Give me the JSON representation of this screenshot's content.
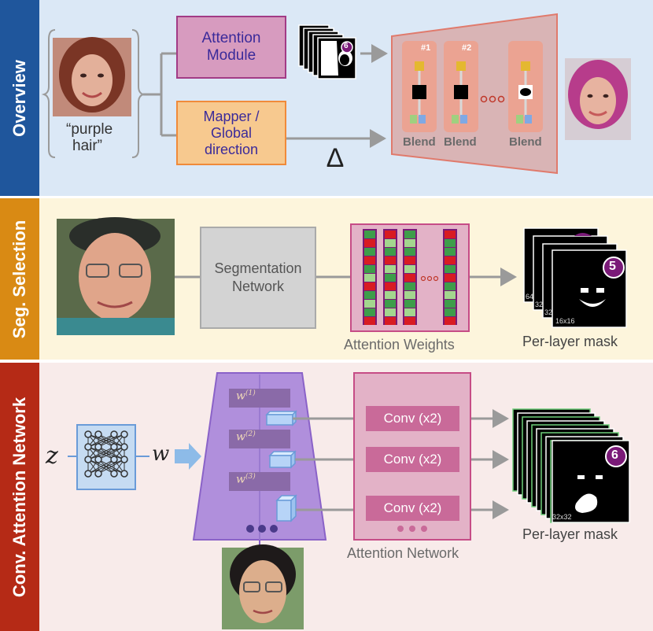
{
  "sections": [
    {
      "label": "Overview",
      "bg": "#dbe8f6",
      "tab": "#1f569c"
    },
    {
      "label": "Seg. Selection",
      "bg": "#fdf5dc",
      "tab": "#d98a14"
    },
    {
      "label": "Conv. Attention  Network",
      "bg": "#f8ebea",
      "tab": "#b52a16"
    }
  ],
  "overview": {
    "prompt_line1": "“purple",
    "prompt_line2": "hair”",
    "attention_module_line1": "Attention",
    "attention_module_line2": "Module",
    "mapper_line1": "Mapper /",
    "mapper_line2": "Global",
    "mapper_line3": "direction",
    "delta_symbol": "Δ",
    "stack_count": "6",
    "block1_badge": "#1",
    "block2_badge": "#2",
    "blend_label": "Blend",
    "ellipsis": "○○○"
  },
  "seg_selection": {
    "segmentation_line1": "Segmentation",
    "segmentation_line2": "Network",
    "attention_weights_label": "Attention Weights",
    "per_layer_mask_label": "Per-layer mask",
    "mask_count": "5",
    "res_64": "64",
    "res_32": "32",
    "res_32b": "32",
    "res_16": "16x16"
  },
  "conv_attention": {
    "z_symbol": "z",
    "w_symbol": "w",
    "w1_base": "w",
    "w1_sup": "(1)",
    "w2_base": "w",
    "w2_sup": "(2)",
    "w3_base": "w",
    "w3_sup": "(3)",
    "conv_label": "Conv (x2)",
    "attention_network_label": "Attention Network",
    "per_layer_mask_label": "Per-layer mask",
    "mask_count": "6",
    "res_label": "32x32"
  },
  "colors": {
    "purple_accent": "#7a1a78",
    "module_fill": "#d79bbf",
    "mapper_fill": "#f7c98f",
    "pink_fill": "#c96a99"
  }
}
